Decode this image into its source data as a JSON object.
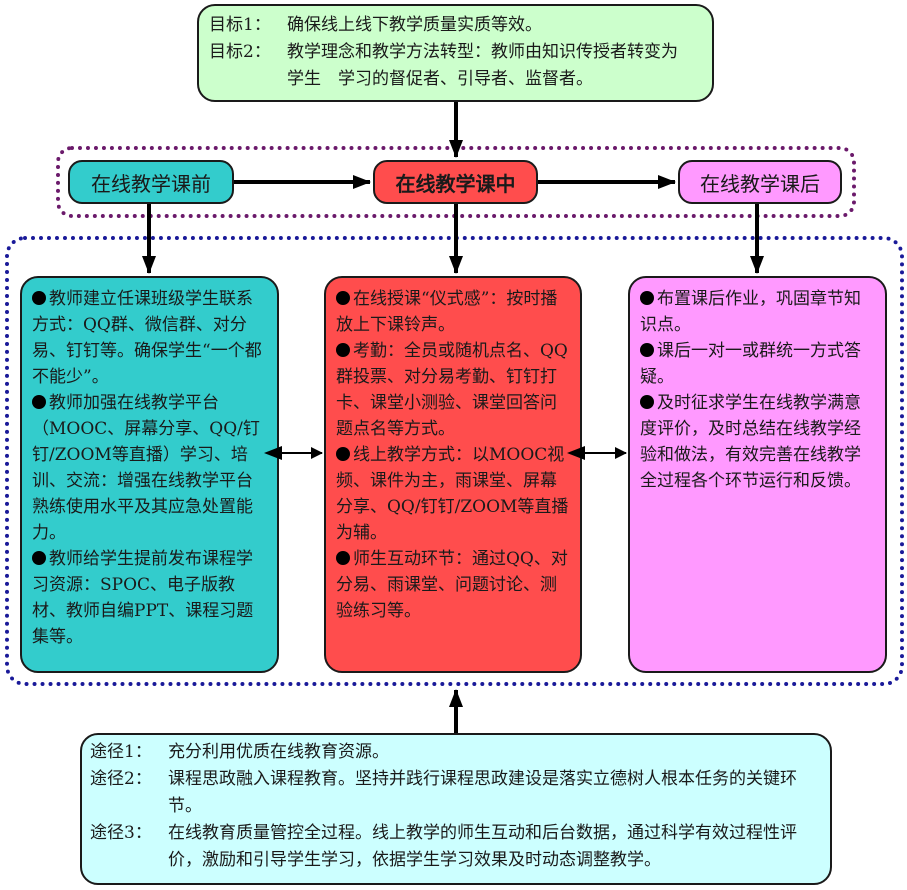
{
  "goals": [
    {
      "label": "目标1：",
      "text": "确保线上线下教学质量实质等效。"
    },
    {
      "label": "目标2：",
      "text": "教学理念和教学方法转型：教师由知识传授者转变为学生　学习的督促者、引导者、监督者。"
    }
  ],
  "stages": {
    "before": "在线教学课前",
    "during": "在线教学课中",
    "after": "在线教学课后"
  },
  "columns": {
    "before": [
      "教师建立任课班级学生联系方式：QQ群、微信群、对分易、钉钉等。确保学生“一个都不能少”。",
      "教师加强在线教学平台（MOOC、屏幕分享、QQ/钉钉/ZOOM等直播）学习、培训、交流：增强在线教学平台熟练使用水平及其应急处置能力。",
      "教师给学生提前发布课程学习资源：SPOC、电子版教材、教师自编PPT、课程习题集等。"
    ],
    "during": [
      "在线授课“仪式感”：按时播放上下课铃声。",
      "考勤：全员或随机点名、QQ群投票、对分易考勤、钉钉打卡、课堂小测验、课堂回答问题点名等方式。",
      "线上教学方式：以MOOC视频、课件为主，雨课堂、屏幕分享、QQ/钉钉/ZOOM等直播为辅。",
      "师生互动环节：通过QQ、对分易、雨课堂、问题讨论、测验练习等。"
    ],
    "after": [
      "布置课后作业，巩固章节知识点。",
      "课后一对一或群统一方式答疑。",
      "及时征求学生在线教学满意度评价，及时总结在线教学经验和做法，有效完善在线教学全过程各个环节运行和反馈。"
    ]
  },
  "ways": [
    {
      "label": "途径1：",
      "text": "充分利用优质在线教育资源。"
    },
    {
      "label": "途径2：",
      "text": "课程思政融入课程教育。坚持并践行课程思政建设是落实立德树人根本任务的关键环节。"
    },
    {
      "label": "途径3：",
      "text": "在线教育质量管控全过程。线上教学的师生互动和后台数据，通过科学有效过程性评价，激励和引导学生学习，依据学生学习效果及时动态调整教学。"
    }
  ],
  "colors": {
    "goal_bg": "#ccffcc",
    "before_bg": "#33cccc",
    "during_bg": "#ff4d4d",
    "after_bg": "#ff99ff",
    "way_bg": "#ccffff",
    "stage_group_border": "#6b1a6b",
    "column_group_border": "#1a1a99"
  }
}
